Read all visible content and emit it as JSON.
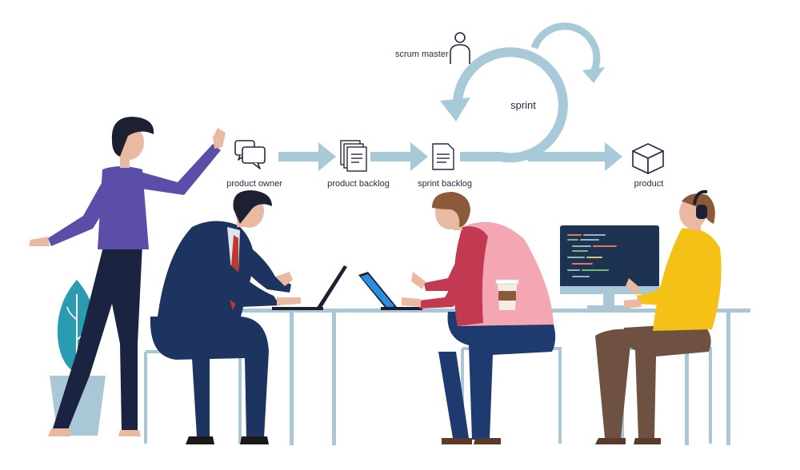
{
  "diagram": {
    "nodes": [
      {
        "id": "scrum_master",
        "label": "scrum master",
        "icon": "person-outline-icon"
      },
      {
        "id": "product_owner",
        "label": "product owner",
        "icon": "chat-bubbles-icon"
      },
      {
        "id": "product_backlog",
        "label": "product backlog",
        "icon": "document-stack-icon"
      },
      {
        "id": "sprint_backlog",
        "label": "sprint backlog",
        "icon": "document-icon"
      },
      {
        "id": "sprint",
        "label": "sprint",
        "icon": "cycle-arrow-icon"
      },
      {
        "id": "product",
        "label": "product",
        "icon": "box-icon"
      }
    ],
    "flow": [
      "product owner",
      "product backlog",
      "sprint backlog",
      "sprint",
      "product"
    ]
  },
  "colors": {
    "arrow": "#a8c9d8",
    "icon_stroke": "#1f2a44",
    "text": "#1f2a44",
    "desk": "#a9c7d6",
    "plant": "#2a9bb0",
    "pot": "#a9c7d6",
    "woman_top": "#5b4ea8",
    "suit": "#1d3461",
    "tie": "#c0392b",
    "man2_top": "#c23a52",
    "man2_pants": "#1e3a6e",
    "man3_top": "#f5c116",
    "man3_pants": "#6e5140",
    "skin": "#e9b9a1",
    "hair": "#1c2030",
    "hair_brown": "#8a5a3b",
    "monitor": "#1e3352",
    "laptop_screen": "#2a8fe0"
  }
}
